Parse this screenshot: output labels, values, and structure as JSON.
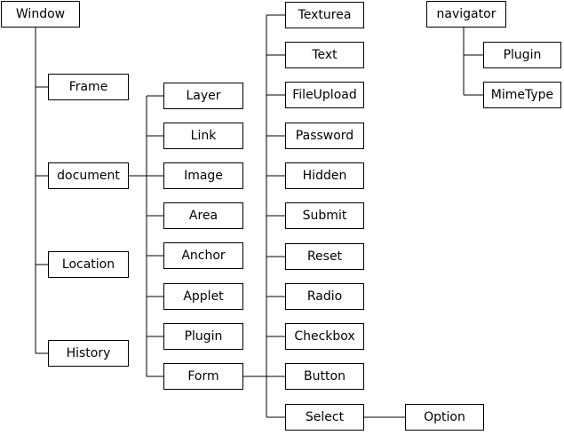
{
  "nodes": {
    "window": "Window",
    "frame": "Frame",
    "document": "document",
    "location": "Location",
    "history": "History",
    "layer": "Layer",
    "link": "Link",
    "image": "Image",
    "area": "Area",
    "anchor": "Anchor",
    "applet": "Applet",
    "plugin": "Plugin",
    "form": "Form",
    "textarea": "Texturea",
    "text": "Text",
    "fileupload": "FileUpload",
    "password": "Password",
    "hidden": "Hidden",
    "submit": "Submit",
    "reset": "Reset",
    "radio": "Radio",
    "checkbox": "Checkbox",
    "button": "Button",
    "select": "Select",
    "option": "Option",
    "navigator": "navigator",
    "nav_plugin": "Plugin",
    "mimetype": "MimeType"
  }
}
